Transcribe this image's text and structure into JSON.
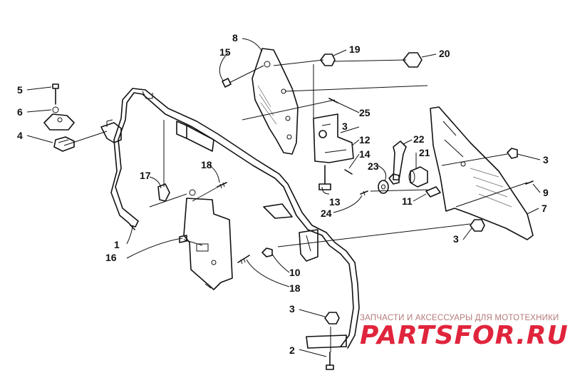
{
  "callouts": [
    "1",
    "2",
    "3",
    "3",
    "3",
    "3",
    "4",
    "5",
    "6",
    "7",
    "8",
    "9",
    "10",
    "11",
    "12",
    "13",
    "14",
    "15",
    "16",
    "17",
    "18",
    "18",
    "19",
    "20",
    "21",
    "22",
    "23",
    "24",
    "25"
  ],
  "watermark": {
    "tagline": "ЗАПЧАСТИ И АКСЕССУАРЫ ДЛЯ МОТОТЕХНИКИ",
    "logo": "PARTSFOR.RU",
    "color": "#e0243c"
  }
}
